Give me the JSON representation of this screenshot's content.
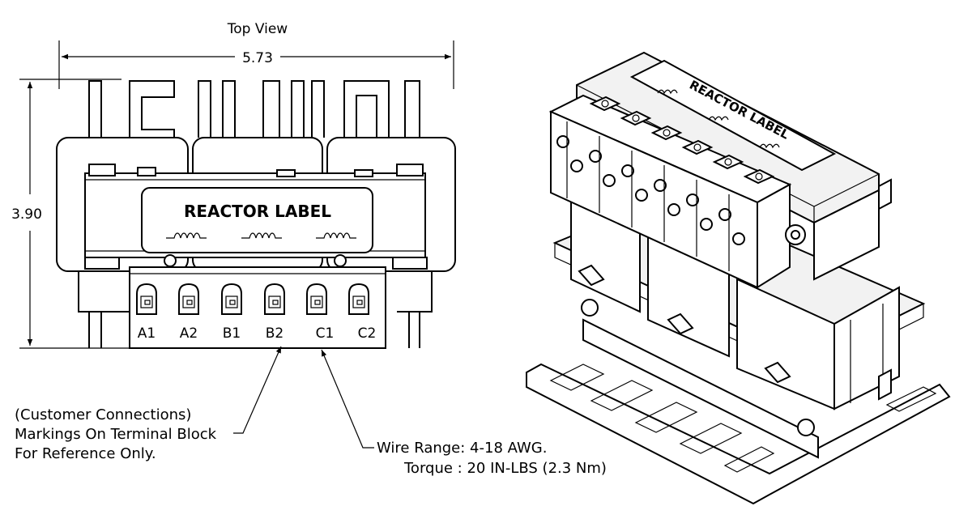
{
  "top_view": {
    "title": "Top View",
    "width_dimension": "5.73",
    "height_dimension": "3.90",
    "reactor_label": "REACTOR LABEL",
    "terminals": [
      "A1",
      "A2",
      "B1",
      "B2",
      "C1",
      "C2"
    ]
  },
  "notes": {
    "customer_connections": [
      "(Customer Connections)",
      "Markings On Terminal Block",
      "For Reference Only."
    ],
    "wire_range": "Wire Range: 4-18 AWG.",
    "torque": "Torque : 20 IN-LBS (2.3 Nm)"
  },
  "iso_view": {
    "reactor_label": "REACTOR LABEL"
  },
  "colors": {
    "line": "#000000",
    "background": "#ffffff",
    "shade": "#f2f2f2"
  }
}
